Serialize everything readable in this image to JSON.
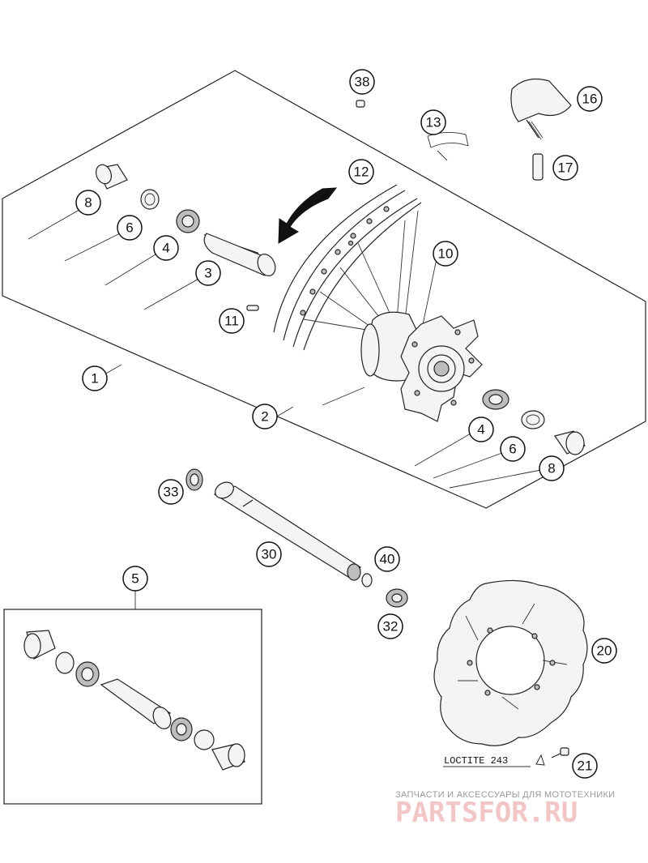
{
  "callouts": [
    {
      "id": "c38",
      "label": "38"
    },
    {
      "id": "c16",
      "label": "16"
    },
    {
      "id": "c13",
      "label": "13"
    },
    {
      "id": "c12",
      "label": "12"
    },
    {
      "id": "c17",
      "label": "17"
    },
    {
      "id": "c8a",
      "label": "8"
    },
    {
      "id": "c6a",
      "label": "6"
    },
    {
      "id": "c4a",
      "label": "4"
    },
    {
      "id": "c3",
      "label": "3"
    },
    {
      "id": "c10",
      "label": "10"
    },
    {
      "id": "c11",
      "label": "11"
    },
    {
      "id": "c1",
      "label": "1"
    },
    {
      "id": "c2",
      "label": "2"
    },
    {
      "id": "c4b",
      "label": "4"
    },
    {
      "id": "c6b",
      "label": "6"
    },
    {
      "id": "c8b",
      "label": "8"
    },
    {
      "id": "c33",
      "label": "33"
    },
    {
      "id": "c30",
      "label": "30"
    },
    {
      "id": "c40",
      "label": "40"
    },
    {
      "id": "c5",
      "label": "5"
    },
    {
      "id": "c32",
      "label": "32"
    },
    {
      "id": "c20",
      "label": "20"
    },
    {
      "id": "c21",
      "label": "21"
    }
  ],
  "loctite_label": "LOCTITE 243",
  "watermark": {
    "caption": "ЗАПЧАСТИ И АКСЕССУАРЫ ДЛЯ МОТОТЕХНИКИ",
    "logo": "PARTSFOR.RU"
  }
}
